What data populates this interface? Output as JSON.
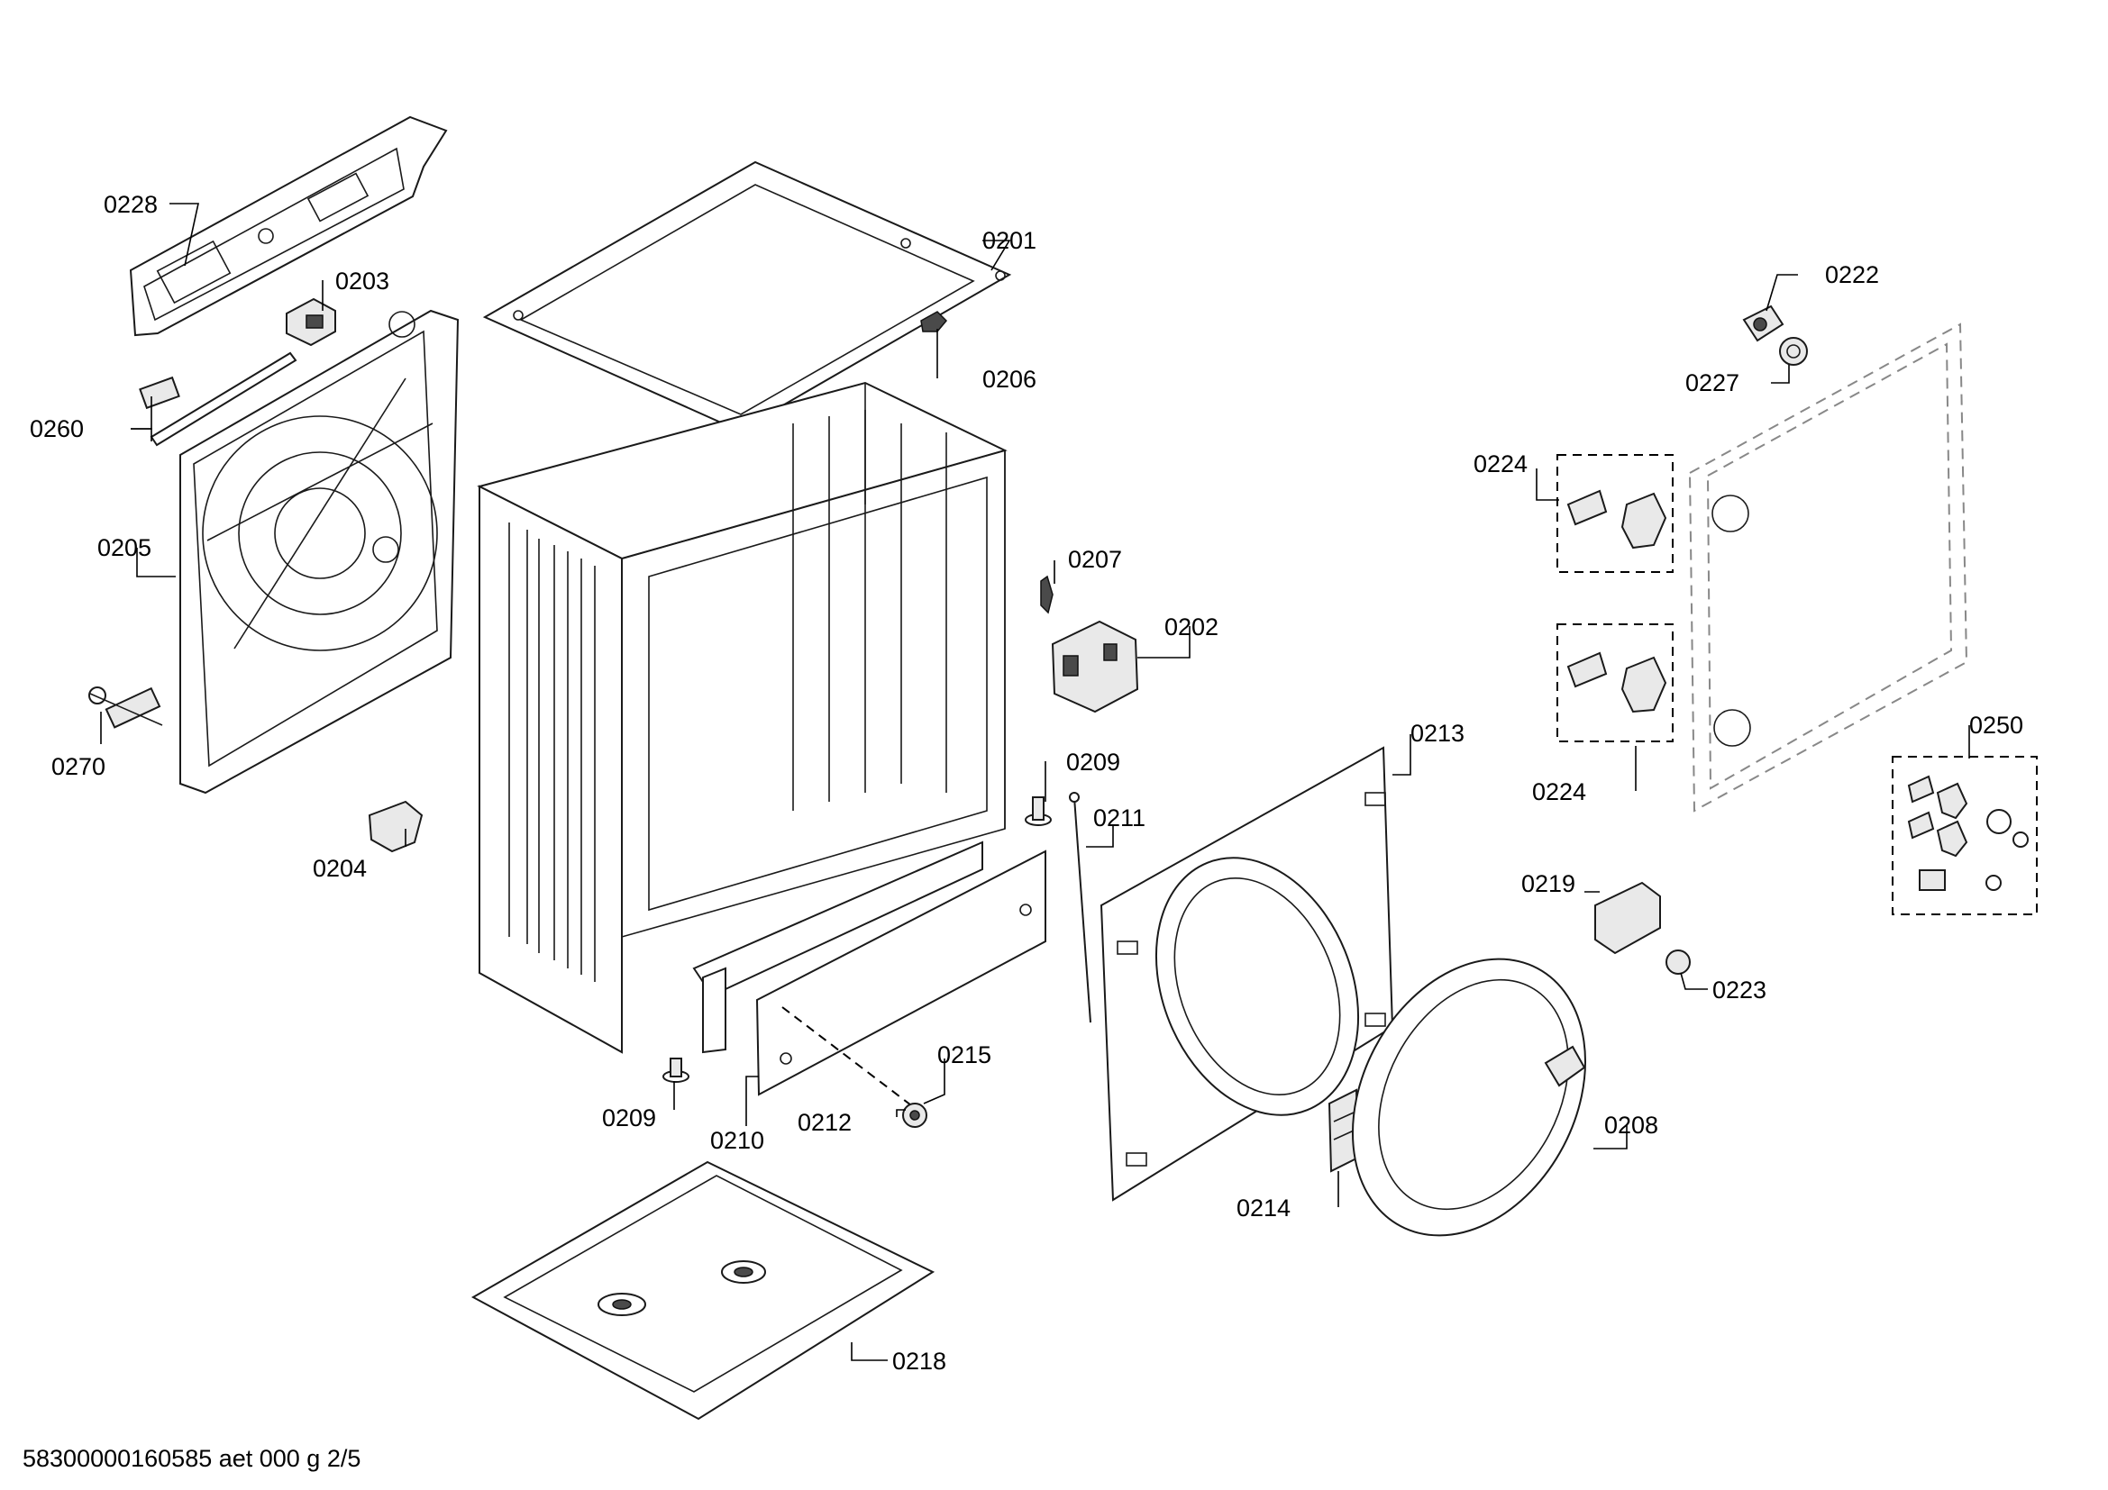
{
  "labels": {
    "p0228": "0228",
    "p0201": "0201",
    "p0203": "0203",
    "p0206": "0206",
    "p0222": "0222",
    "p0227": "0227",
    "p0260": "0260",
    "p0224a": "0224",
    "p0205": "0205",
    "p0207": "0207",
    "p0202": "0202",
    "p0224b": "0224",
    "p0270": "0270",
    "p0213": "0213",
    "p0250": "0250",
    "p0209a": "0209",
    "p0211": "0211",
    "p0204": "0204",
    "p0219": "0219",
    "p0223": "0223",
    "p0215": "0215",
    "p0208": "0208",
    "p0209b": "0209",
    "p0212": "0212",
    "p0210": "0210",
    "p0214": "0214",
    "p0218": "0218"
  },
  "footer": {
    "document_id": "58300000160585 aet 000 g 2/5"
  }
}
